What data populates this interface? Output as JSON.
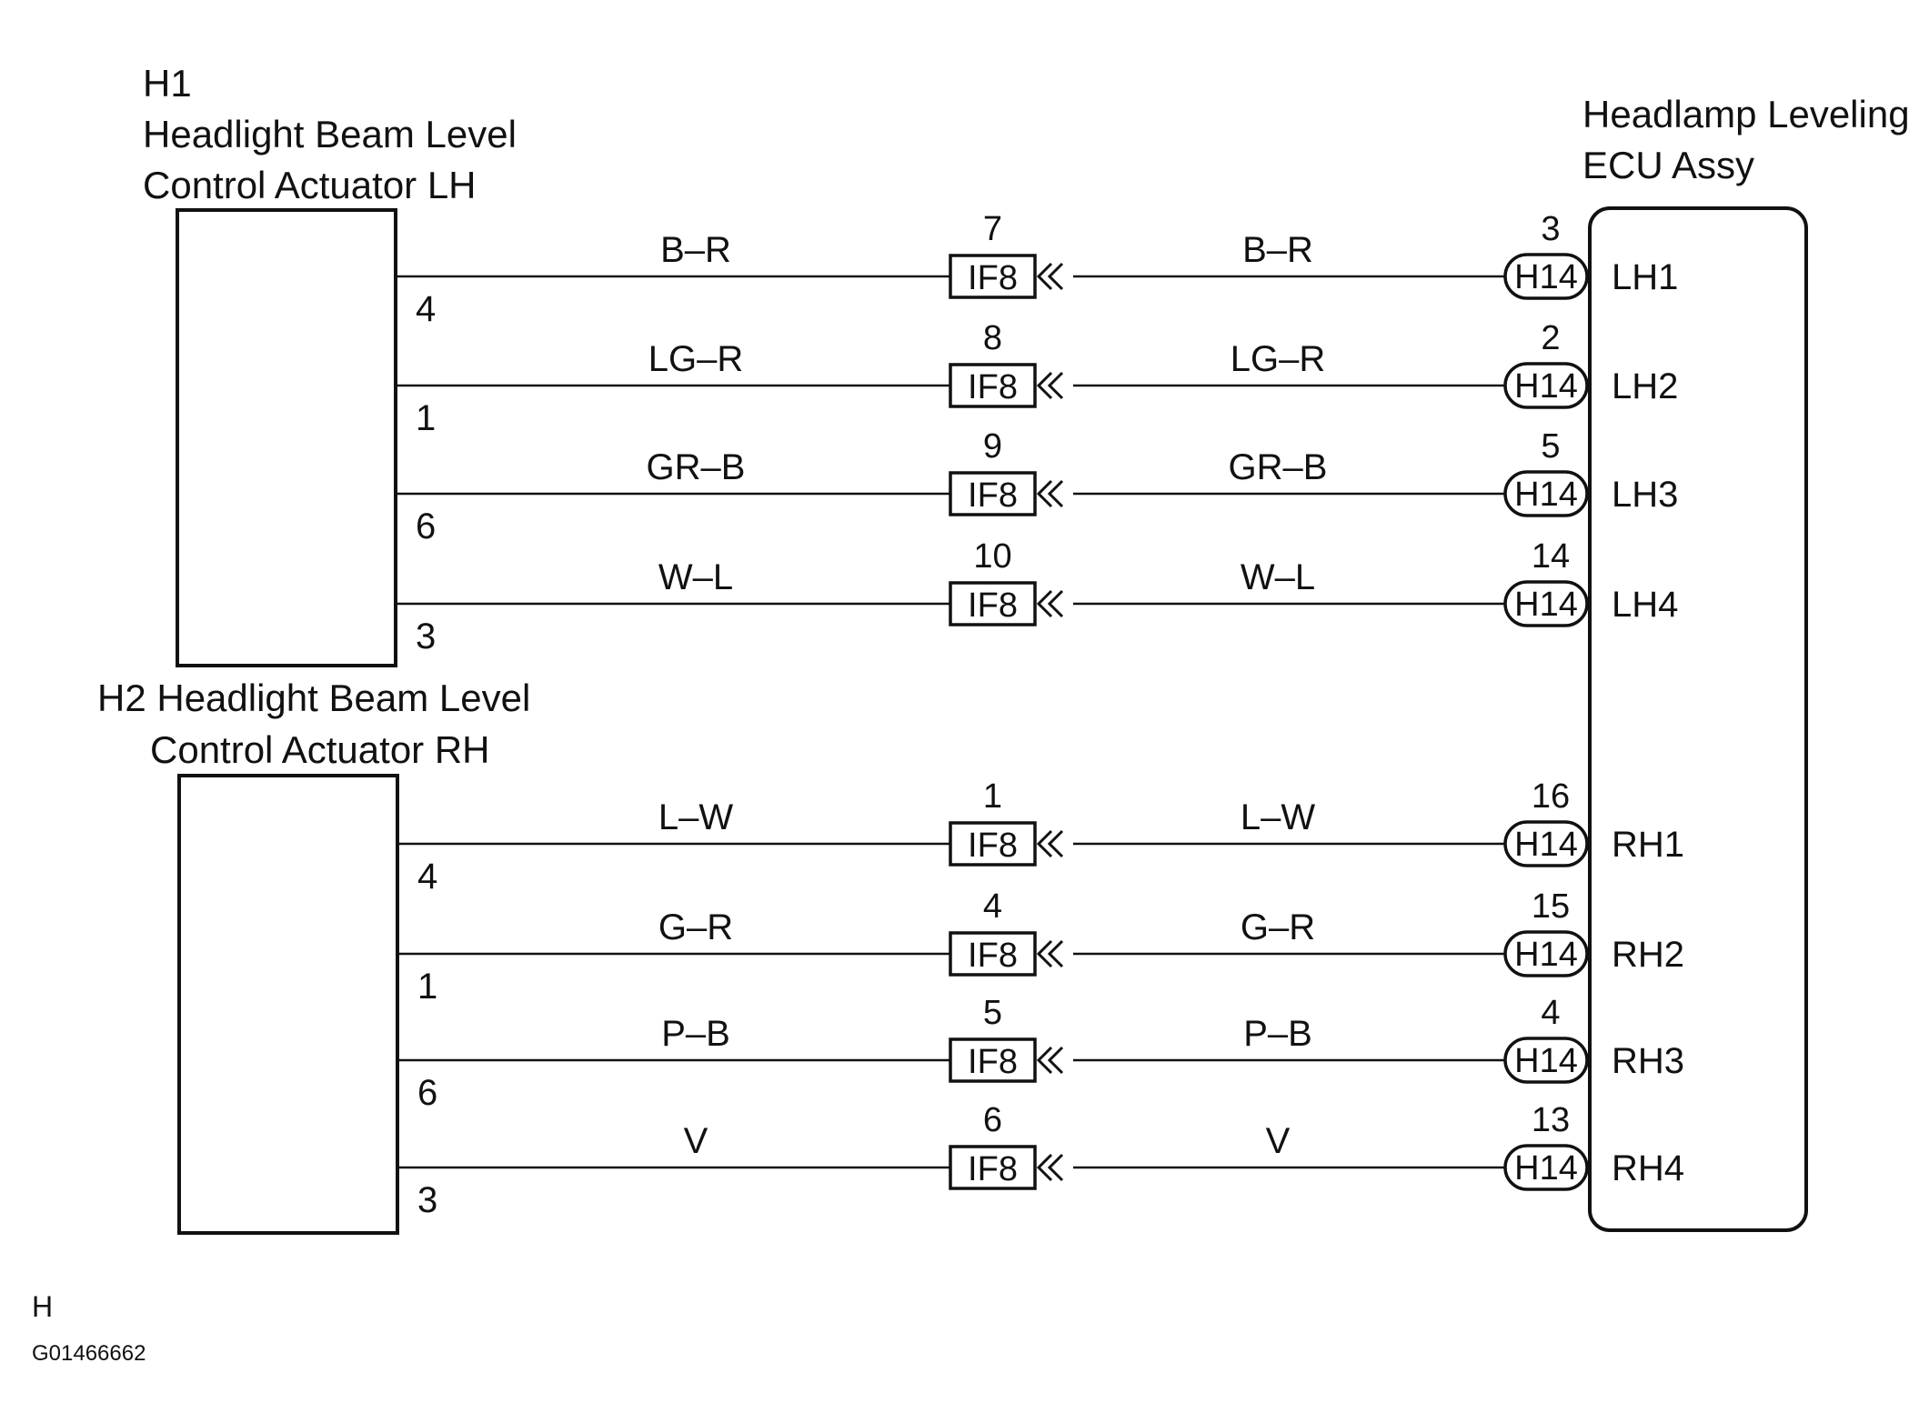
{
  "left_components": [
    {
      "id": "H1",
      "title_lines": [
        "H1",
        "Headlight Beam Level",
        "Control Actuator LH"
      ],
      "pins": [
        "4",
        "1",
        "6",
        "3"
      ]
    },
    {
      "id": "H2",
      "title_lines": [
        "H2 Headlight Beam Level",
        "Control Actuator RH"
      ],
      "pins": [
        "4",
        "1",
        "6",
        "3"
      ]
    }
  ],
  "ecu": {
    "title_lines": [
      "Headlamp Leveling",
      "ECU Assy"
    ]
  },
  "wires": [
    {
      "left_color": "B–R",
      "junction_connector": "IF8",
      "junction_pin": "7",
      "right_color": "B–R",
      "ecu_connector": "H14",
      "ecu_pin": "3",
      "ecu_terminal": "LH1"
    },
    {
      "left_color": "LG–R",
      "junction_connector": "IF8",
      "junction_pin": "8",
      "right_color": "LG–R",
      "ecu_connector": "H14",
      "ecu_pin": "2",
      "ecu_terminal": "LH2"
    },
    {
      "left_color": "GR–B",
      "junction_connector": "IF8",
      "junction_pin": "9",
      "right_color": "GR–B",
      "ecu_connector": "H14",
      "ecu_pin": "5",
      "ecu_terminal": "LH3"
    },
    {
      "left_color": "W–L",
      "junction_connector": "IF8",
      "junction_pin": "10",
      "right_color": "W–L",
      "ecu_connector": "H14",
      "ecu_pin": "14",
      "ecu_terminal": "LH4"
    },
    {
      "left_color": "L–W",
      "junction_connector": "IF8",
      "junction_pin": "1",
      "right_color": "L–W",
      "ecu_connector": "H14",
      "ecu_pin": "16",
      "ecu_terminal": "RH1"
    },
    {
      "left_color": "G–R",
      "junction_connector": "IF8",
      "junction_pin": "4",
      "right_color": "G–R",
      "ecu_connector": "H14",
      "ecu_pin": "15",
      "ecu_terminal": "RH2"
    },
    {
      "left_color": "P–B",
      "junction_connector": "IF8",
      "junction_pin": "5",
      "right_color": "P–B",
      "ecu_connector": "H14",
      "ecu_pin": "4",
      "ecu_terminal": "RH3"
    },
    {
      "left_color": "V",
      "junction_connector": "IF8",
      "junction_pin": "6",
      "right_color": "V",
      "ecu_connector": "H14",
      "ecu_pin": "13",
      "ecu_terminal": "RH4"
    }
  ],
  "footer": {
    "letter": "H",
    "code": "G01466662"
  }
}
